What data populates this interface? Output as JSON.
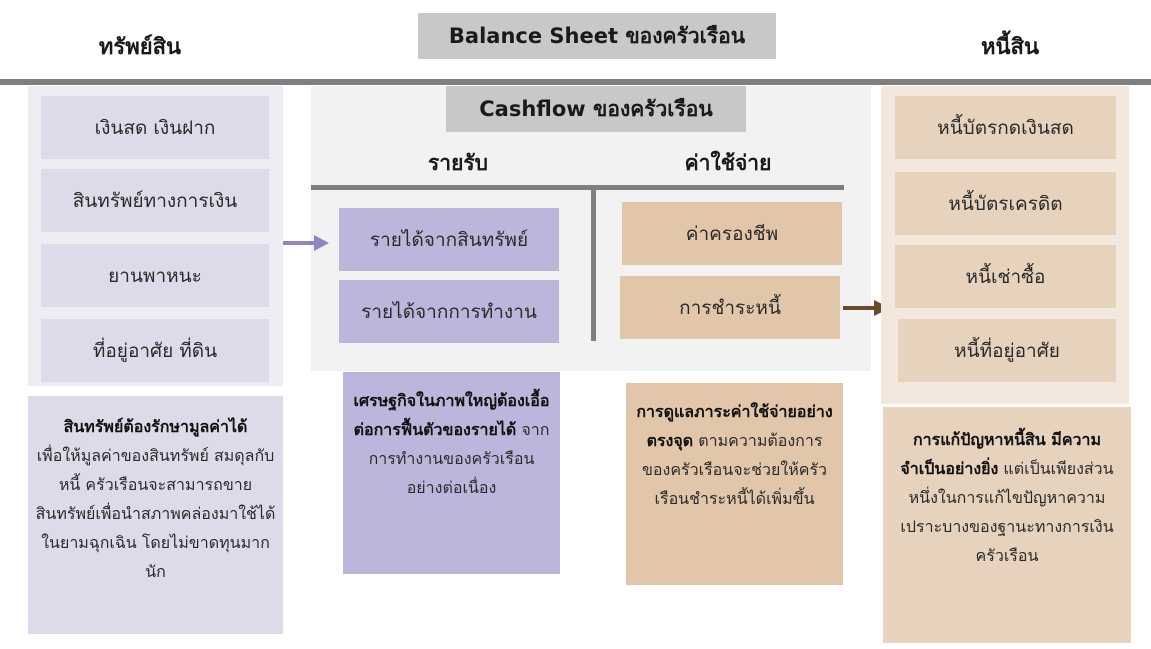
{
  "header": {
    "title": "Balance Sheet ของครัวเรือน",
    "assets_label": "ทรัพย์สิน",
    "liabilities_label": "หนี้สิน"
  },
  "assets": {
    "items": [
      "เงินสด เงินฝาก",
      "สินทรัพย์ทางการเงิน",
      "ยานพาหนะ",
      "ที่อยู่อาศัย ที่ดิน"
    ],
    "note": {
      "bold": "สินทรัพย์ต้องรักษามูลค่าได้",
      "text": "เพื่อให้มูลค่าของสินทรัพย์ สมดุลกับหนี้ ครัวเรือนจะสามารถขายสินทรัพย์เพื่อนำสภาพคล่องมาใช้ได้ในยามฉุกเฉิน โดยไม่ขาดทุนมากนัก"
    }
  },
  "cashflow": {
    "title": "Cashflow ของครัวเรือน",
    "income_label": "รายรับ",
    "expense_label": "ค่าใช้จ่าย",
    "income_items": [
      "รายได้จากสินทรัพย์",
      "รายได้จากการทำงาน"
    ],
    "expense_items": [
      "ค่าครองชีพ",
      "การชำระหนี้"
    ]
  },
  "liabilities": {
    "items": [
      "หนี้บัตรกดเงินสด",
      "หนี้บัตรเครดิต",
      "หนี้เช่าซื้อ",
      "หนี้ที่อยู่อาศัย"
    ],
    "note": {
      "bold": "การแก้ปัญหาหนี้สิน มีความจำเป็นอย่างยิ่ง",
      "text": "แต่เป็นเพียงส่วนหนึ่งในการแก้ไขปัญหาความเปราะบางของฐานะทางการเงินครัวเรือน"
    }
  },
  "income_note": {
    "bold": "เศรษฐกิจในภาพใหญ่ต้องเอื้อต่อการฟื้นตัวของรายได้",
    "text": "จากการทำงานของครัวเรือนอย่างต่อเนื่อง"
  },
  "expense_note": {
    "bold": "การดูแลภาระค่าใช้จ่ายอย่างตรงจุด",
    "text": "ตามความต้องการของครัวเรือนจะช่วยให้ครัวเรือนชำระหนี้ได้เพิ่มขึ้น"
  },
  "colors": {
    "asset_arrow": "#8e85c4",
    "debt_arrow": "#6b4a2a",
    "divider": "#7f7f7f"
  }
}
